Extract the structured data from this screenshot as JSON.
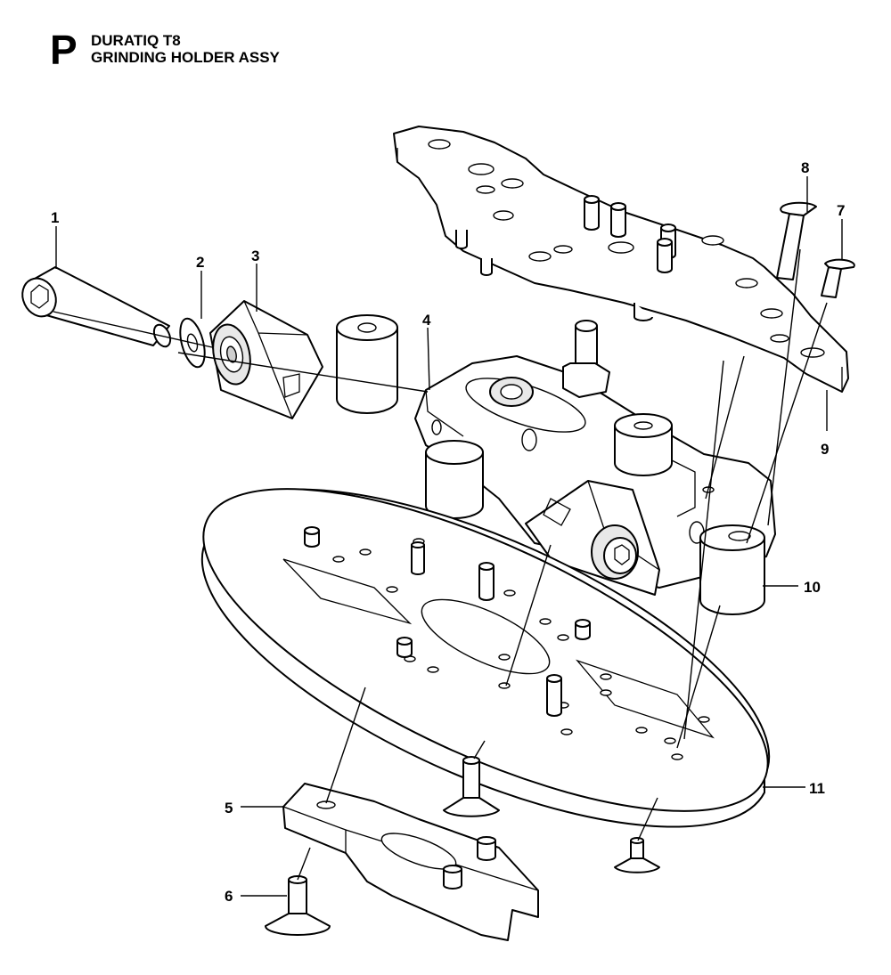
{
  "header": {
    "section_letter": "P",
    "model": "DURATIQ T8",
    "assembly": "GRINDING HOLDER ASSY"
  },
  "callouts": [
    {
      "id": "1",
      "label": "1"
    },
    {
      "id": "2",
      "label": "2"
    },
    {
      "id": "3",
      "label": "3"
    },
    {
      "id": "4",
      "label": "4"
    },
    {
      "id": "5",
      "label": "5"
    },
    {
      "id": "6",
      "label": "6"
    },
    {
      "id": "7",
      "label": "7"
    },
    {
      "id": "8",
      "label": "8"
    },
    {
      "id": "9",
      "label": "9"
    },
    {
      "id": "10",
      "label": "10"
    },
    {
      "id": "11",
      "label": "11"
    }
  ]
}
